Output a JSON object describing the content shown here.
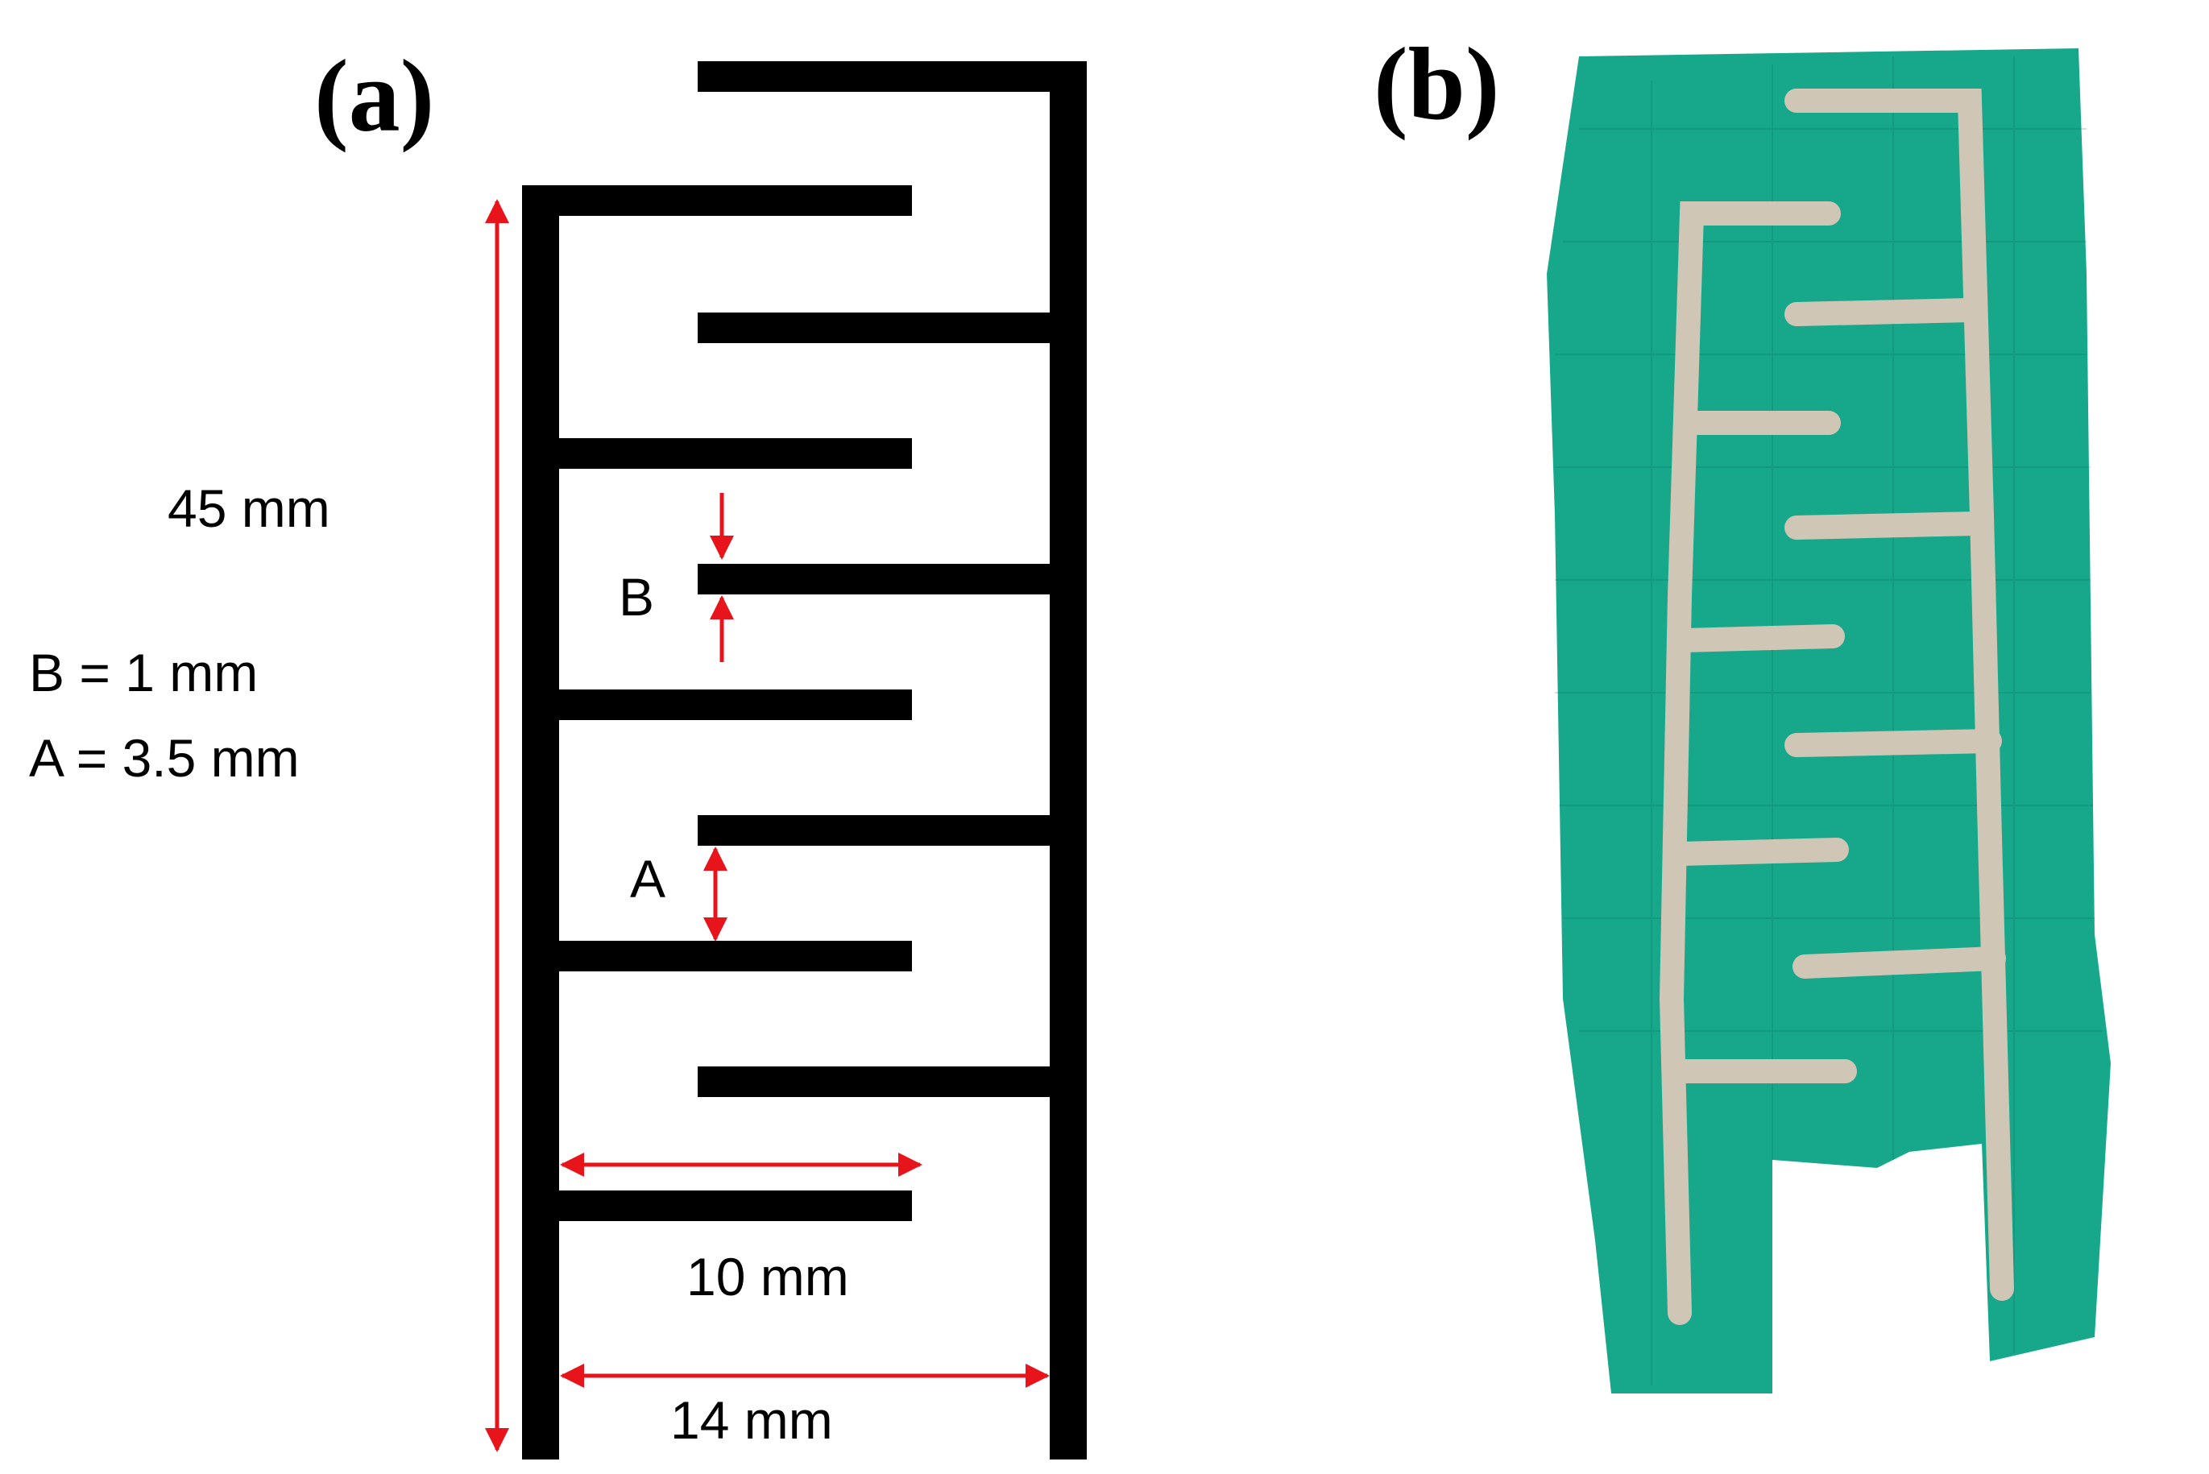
{
  "panels": {
    "a": {
      "label": "(a)"
    },
    "b": {
      "label": "(b)"
    }
  },
  "dimensions": {
    "height": "45 mm",
    "b_equation": "B = 1 mm",
    "a_equation": "A = 3.5 mm",
    "marker_b": "B",
    "marker_a": "A",
    "inner_width": "10 mm",
    "outer_width": "14 mm"
  },
  "colors": {
    "electrode": "#000000",
    "annotation": "#e8141c",
    "fabric": "#17a88c",
    "thread": "#cfc6b6"
  }
}
